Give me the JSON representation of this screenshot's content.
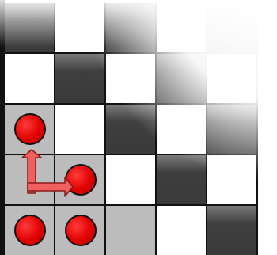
{
  "board": {
    "colors": {
      "light": "#ffffff",
      "dark": "#3a3a3a",
      "highlight": "#bcbcbc",
      "piece": "#e00000",
      "arrow": "#f06060"
    },
    "rows": [
      [
        "dark",
        "light",
        "dark",
        "light",
        "dark"
      ],
      [
        "light",
        "dark",
        "light",
        "dark",
        "light"
      ],
      [
        "sel",
        "light",
        "dark",
        "light",
        "dark"
      ],
      [
        "sel",
        "sel",
        "light",
        "dark",
        "light"
      ],
      [
        "sel",
        "sel",
        "sel",
        "light",
        "dark"
      ]
    ],
    "pieces": [
      {
        "row": 2,
        "col": 0,
        "name": "red-piece"
      },
      {
        "row": 3,
        "col": 1,
        "name": "red-piece"
      },
      {
        "row": 4,
        "col": 0,
        "name": "red-piece"
      },
      {
        "row": 4,
        "col": 1,
        "name": "red-piece"
      }
    ],
    "move_arrows": [
      {
        "from": [
          3,
          0
        ],
        "to": [
          2,
          0
        ],
        "name": "arrow-up-icon"
      },
      {
        "from": [
          3,
          0
        ],
        "to": [
          3,
          1
        ],
        "name": "arrow-right-icon"
      }
    ]
  }
}
